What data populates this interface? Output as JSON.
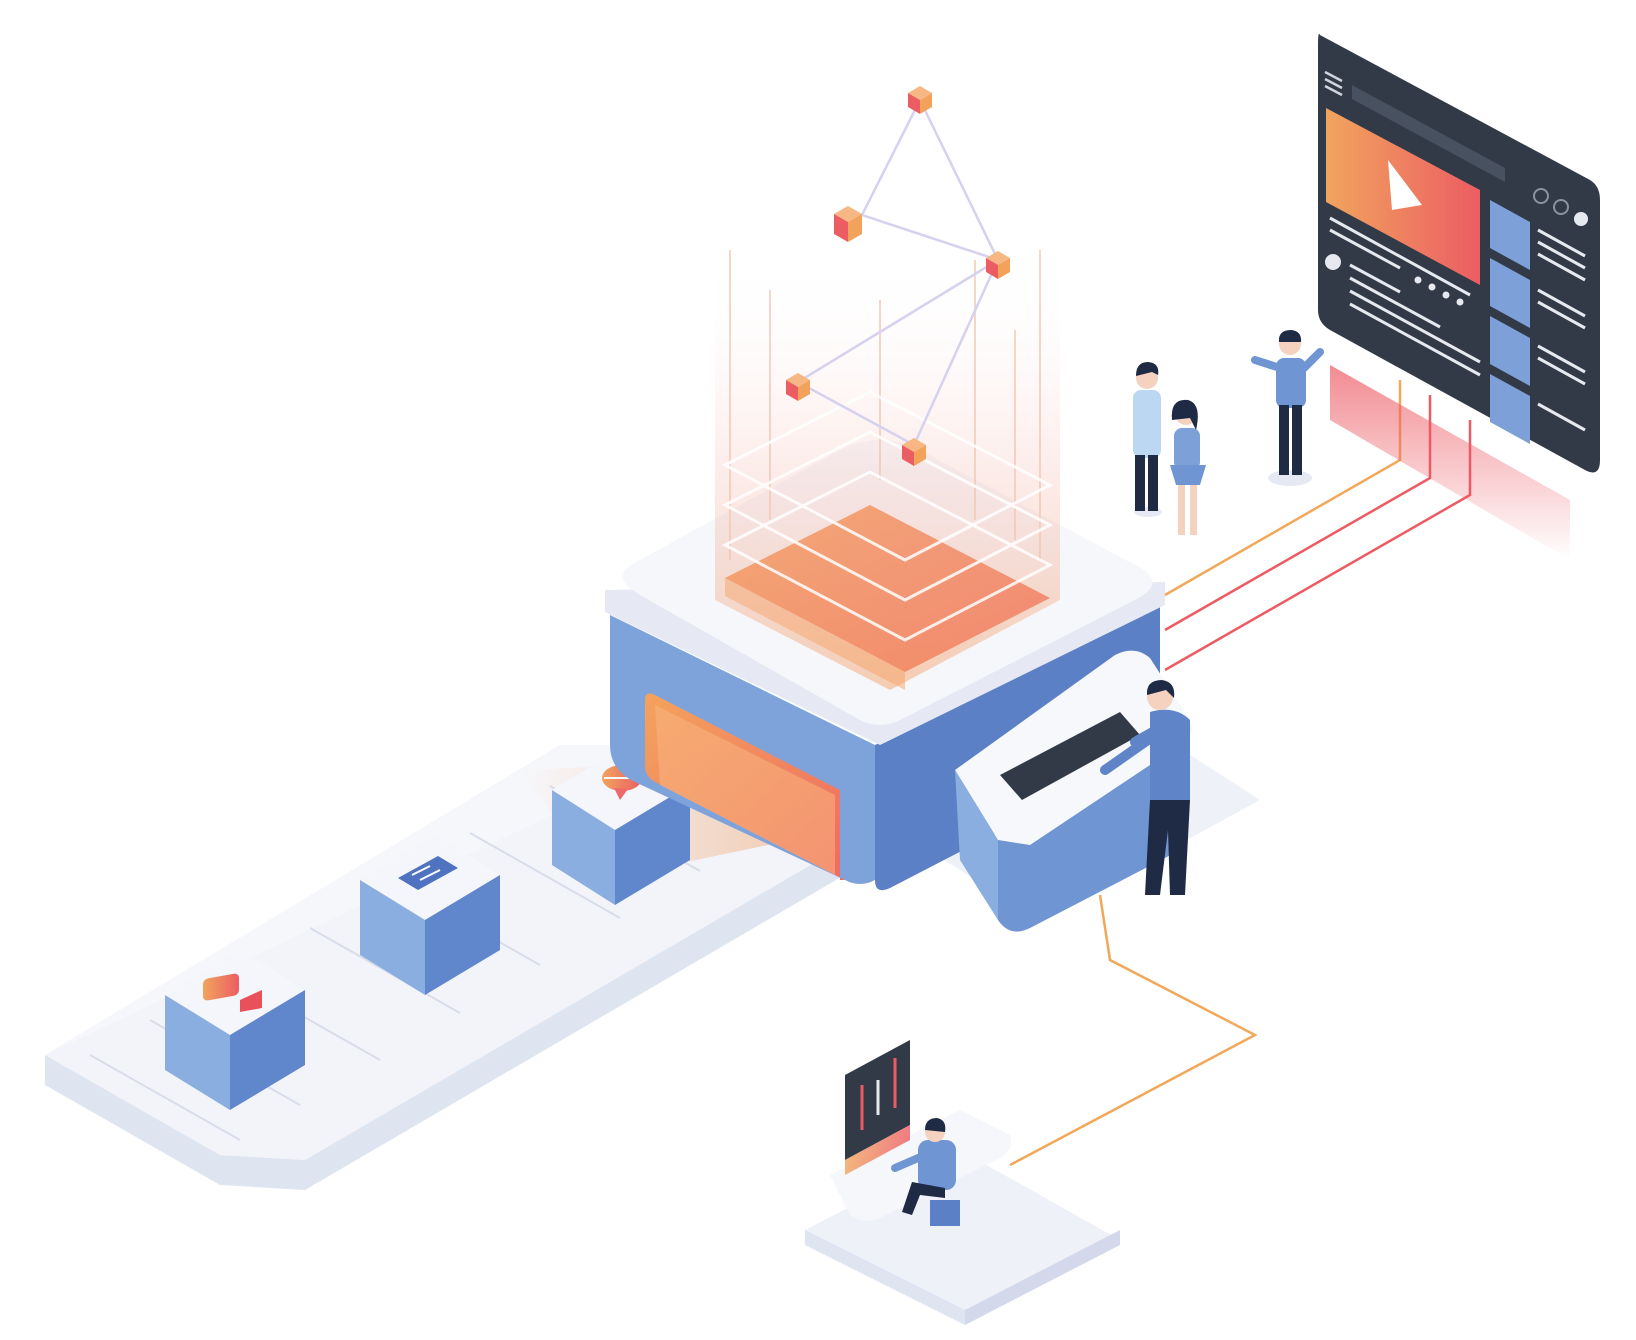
{
  "illustration": {
    "palette": {
      "blue_light": "#8aaedf",
      "blue_mid": "#6f95d2",
      "blue_dark": "#4f73c0",
      "panel_light": "#f2f4fa",
      "panel_shadow": "#dfe4f1",
      "orange": "#f0a15e",
      "coral": "#ee6a6a",
      "red": "#e8505a",
      "screen_dark": "#323a47",
      "navy": "#1f2a44",
      "line_purple": "#cfc9ea",
      "wire_orange": "#f2a85a",
      "wire_red": "#ec5a63"
    },
    "icons": [
      "conveyor-belt",
      "video-camera-icon",
      "document-chart-icon",
      "chat-bubble-icon",
      "processing-machine",
      "hologram-network",
      "control-panel",
      "browser-window",
      "play-icon",
      "menu-icon",
      "monitor-chart",
      "person"
    ]
  }
}
